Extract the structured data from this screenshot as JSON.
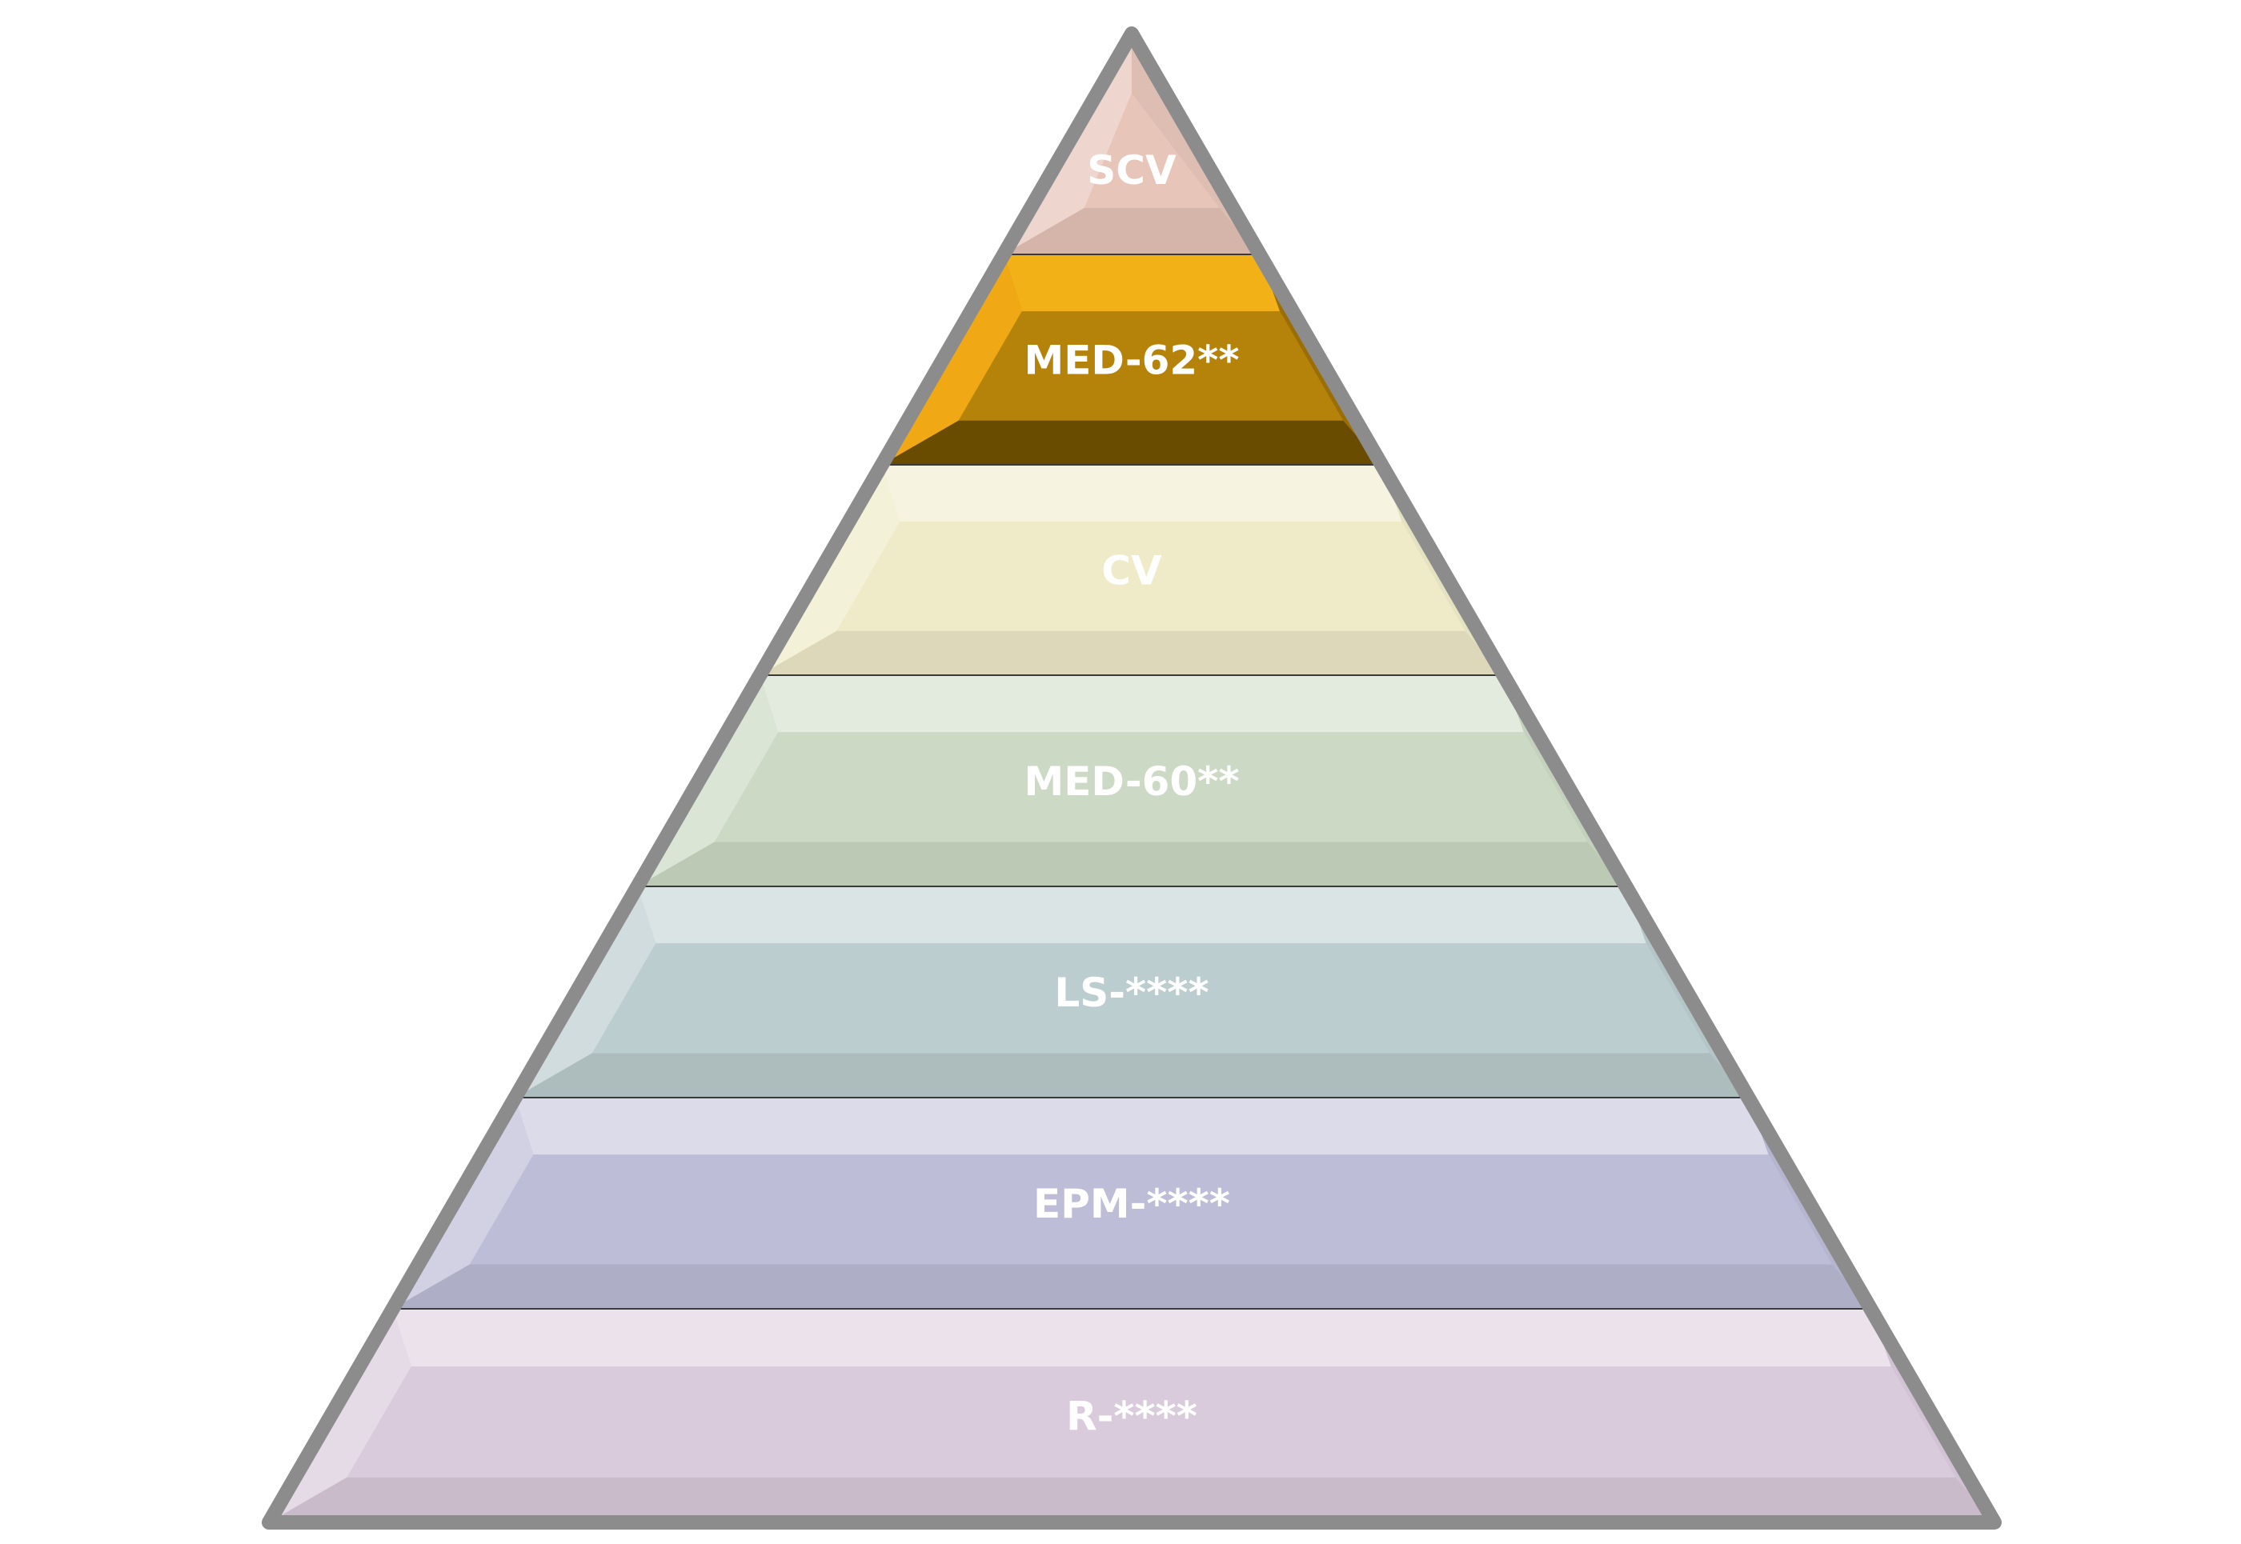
{
  "tiers": [
    {
      "label": "SCV",
      "color": "#e7c5b9",
      "highlighted": false
    },
    {
      "label": "MED-62**",
      "color": "#b5820a",
      "highlighted": true
    },
    {
      "label": "CV",
      "color": "#efebc9",
      "highlighted": false
    },
    {
      "label": "MED-60**",
      "color": "#ccdac5",
      "highlighted": false
    },
    {
      "label": "LS-****",
      "color": "#bccdcf",
      "highlighted": false
    },
    {
      "label": "EPM-****",
      "color": "#bebdd8",
      "highlighted": false
    },
    {
      "label": "R-****",
      "color": "#dacbdc",
      "highlighted": false
    }
  ],
  "outline_color": "#8c8c8c"
}
